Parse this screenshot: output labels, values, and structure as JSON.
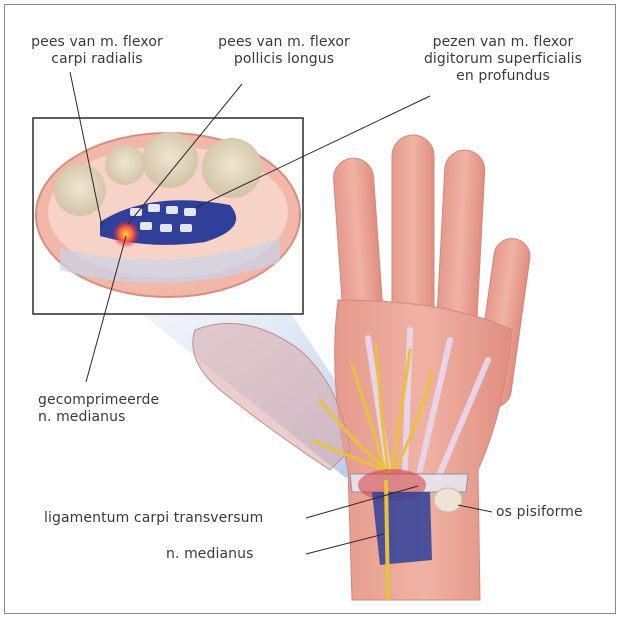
{
  "labels": {
    "fcr": {
      "line1": "pees van m. flexor",
      "line2": "carpi radialis"
    },
    "fpl": {
      "line1": "pees van m. flexor",
      "line2": "pollicis longus"
    },
    "fds": {
      "line1": "pezen van m. flexor",
      "line2": "digitorum superficialis",
      "line3": "en profundus"
    },
    "compressed": {
      "line1": "gecomprimeerde",
      "line2": "n. medianus"
    },
    "ligament": {
      "text": "ligamentum carpi transversum"
    },
    "pisiform": {
      "text": "os pisiforme"
    },
    "median": {
      "text": "n. medianus"
    }
  },
  "colors": {
    "skin": "#e9a597",
    "nerve": "#e8c23a",
    "tendon": "#2f3f9a",
    "compression": "#d43a3a",
    "leader": "#2a2a2a"
  }
}
